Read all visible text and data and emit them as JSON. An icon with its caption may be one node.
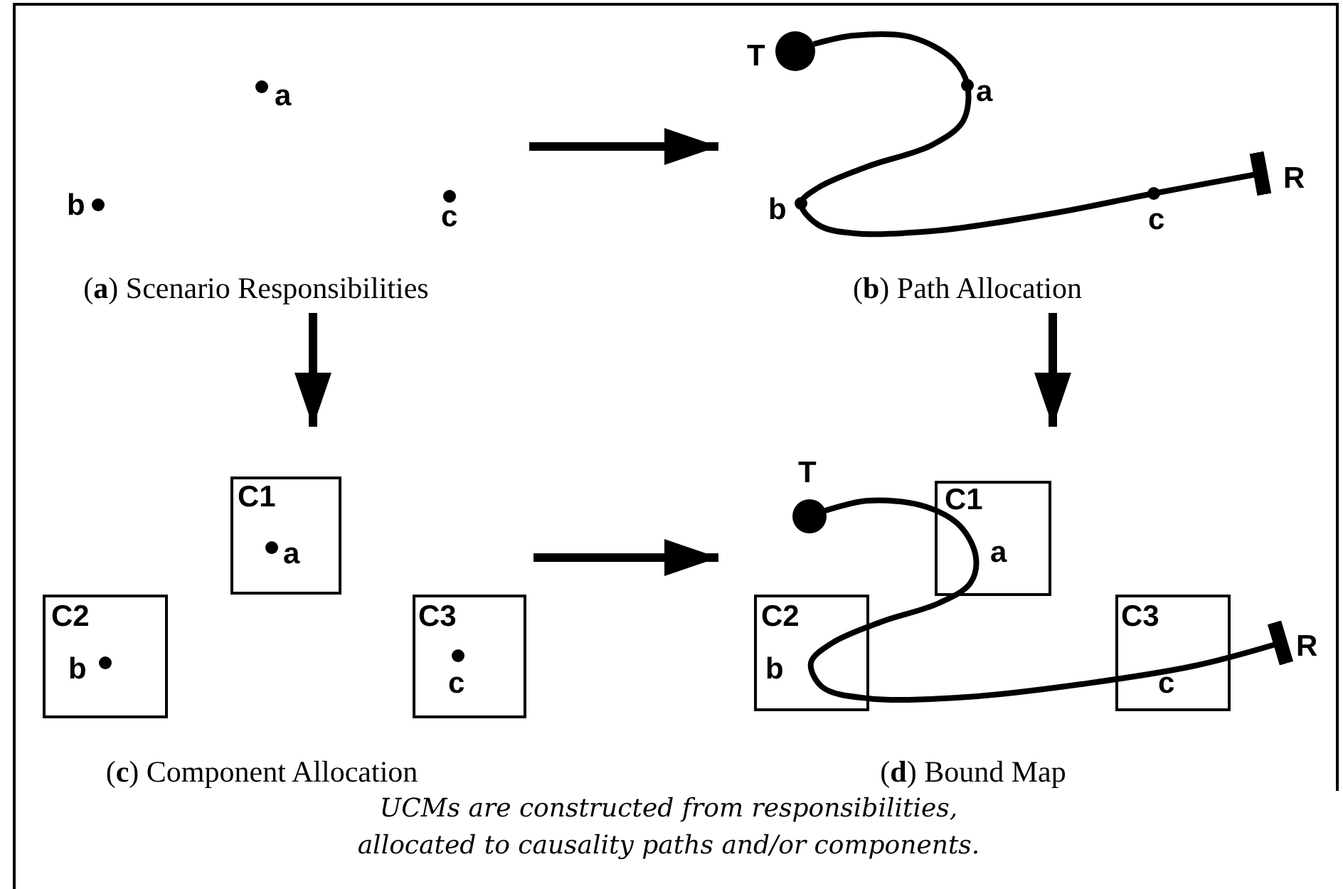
{
  "diagram": {
    "caption": "UCMs are constructed from responsibilities, allocated to causality paths and/or components.",
    "nodes": [
      {
        "text": [
          "(**a**) Scenario Responsibilities"
        ]
      },
      {
        "text": [
          "(**b**) Path Allocation"
        ]
      },
      {
        "text": [
          "(**c**) Component Allocation"
        ]
      },
      {
        "text": [
          "C1",
          "a"
        ],
        "in": 2
      },
      {
        "text": [
          "C2",
          "b"
        ],
        "in": 2
      },
      {
        "text": [
          "C3",
          "c"
        ],
        "in": 2
      },
      {
        "text": [
          "(**d**) Bound Map"
        ]
      },
      {
        "text": [
          "C1",
          "a"
        ],
        "in": 6
      },
      {
        "text": [
          "C2",
          "b"
        ],
        "in": 6
      },
      {
        "text": [
          "C3",
          "c"
        ],
        "in": 6
      }
    ],
    "edges": [
      {
        "from": 0,
        "to": 1,
        "arrow": "to"
      },
      {
        "from": 0,
        "to": 2,
        "arrow": "to"
      },
      {
        "from": 1,
        "to": 6,
        "arrow": "to"
      },
      {
        "from": 2,
        "to": 6,
        "arrow": "to"
      }
    ],
    "labels": [
      "a",
      "b",
      "c",
      "T",
      "a",
      "b",
      "c",
      "R",
      "T",
      "R"
    ]
  }
}
